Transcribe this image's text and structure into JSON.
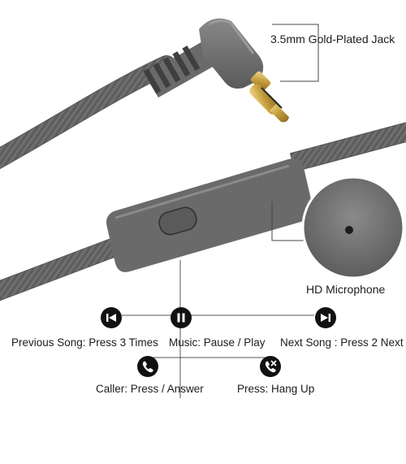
{
  "callouts": {
    "jack": "3.5mm Gold-Plated Jack",
    "microphone": "HD Microphone"
  },
  "controls": [
    {
      "icon": "previous-track-icon",
      "label": "Previous Song: Press 3 Times"
    },
    {
      "icon": "pause-icon",
      "label": "Music: Pause / Play"
    },
    {
      "icon": "next-track-icon",
      "label": "Next Song : Press 2 Next"
    },
    {
      "icon": "phone-answer-icon",
      "label": "Caller: Press / Answer"
    },
    {
      "icon": "phone-hangup-icon",
      "label": "Press: Hang Up"
    }
  ],
  "colors": {
    "cable": "#6e6e6e",
    "cable_dark": "#4f4f4f",
    "gold": "#c9a64a",
    "icon_bg": "#111111"
  }
}
